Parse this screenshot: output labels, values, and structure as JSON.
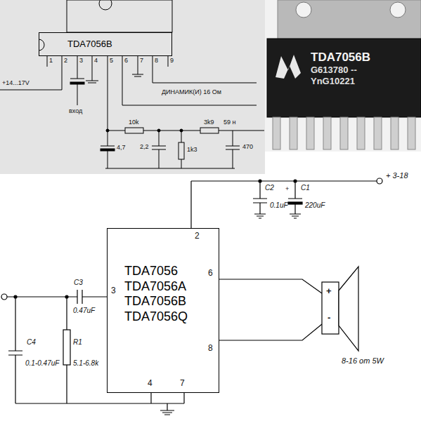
{
  "diagram": {
    "nodes": [
      {
        "text": [
          "TDA7056B"
        ]
      },
      {
        "text": [
          "TDA7056B",
          "G613780 --",
          "YnG10221"
        ]
      },
      {
        "text": [
          "TDA7056 TDA7056A TDA7056B TDA7056Q"
        ]
      }
    ],
    "labels": [
      "1",
      "2",
      "3",
      "4",
      "5",
      "6",
      "7",
      "8",
      "9",
      "+14...17V",
      "вход",
      "ДИНАМИК(И) 16 Ом",
      "10k",
      "59 н",
      "3k9",
      "4,7",
      "2,2",
      "1k3",
      "470",
      "+ 3-18",
      "C2",
      "0.1uF",
      "C1",
      "220uF",
      "2",
      "3",
      "6",
      "8",
      "4",
      "7",
      "C3",
      "0.47uF",
      "C4",
      "0.1-0.47uF",
      "R1",
      "5.1-6.8k",
      "+",
      "-",
      "8-16 om 5W",
      "+"
    ]
  }
}
